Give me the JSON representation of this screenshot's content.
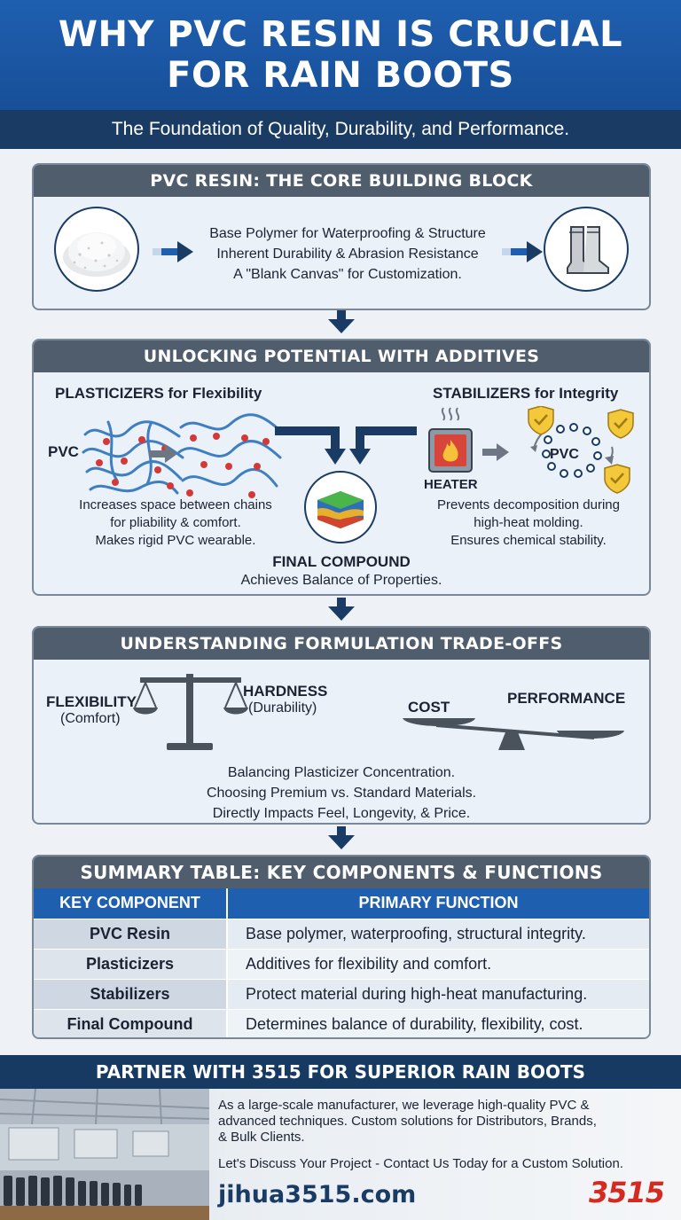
{
  "header": {
    "title": "WHY PVC RESIN IS CRUCIAL FOR RAIN BOOTS",
    "subtitle": "The Foundation of Quality, Durability, and Performance."
  },
  "core": {
    "title": "PVC RESIN: THE CORE BUILDING BLOCK",
    "lines": [
      "Base Polymer for Waterproofing & Structure",
      "Inherent Durability & Abrasion Resistance",
      "A \"Blank Canvas\" for Customization."
    ]
  },
  "additives": {
    "title": "UNLOCKING POTENTIAL WITH ADDITIVES",
    "plasticizers": {
      "title": "PLASTICIZERS for Flexibility",
      "pvc_label": "PVC",
      "desc": [
        "Increases space between chains",
        "for pliability & comfort.",
        "Makes rigid PVC wearable."
      ]
    },
    "stabilizers": {
      "title": "STABILIZERS for Integrity",
      "heater_label": "HEATER",
      "pvc_label": "PVC",
      "desc": [
        "Prevents decomposition during",
        "high-heat molding.",
        "Ensures chemical stability."
      ]
    },
    "final": {
      "title": "FINAL COMPOUND",
      "desc": "Achieves Balance of Properties."
    }
  },
  "tradeoffs": {
    "title": "UNDERSTANDING FORMULATION TRADE-OFFS",
    "flexibility": "FLEXIBILITY",
    "flexibility_sub": "(Comfort)",
    "hardness": "HARDNESS",
    "hardness_sub": "(Durability)",
    "cost": "COST",
    "performance": "PERFORMANCE",
    "lines": [
      "Balancing Plasticizer Concentration.",
      "Choosing Premium vs. Standard Materials.",
      "Directly Impacts Feel, Longevity, & Price."
    ]
  },
  "summary": {
    "title": "SUMMARY TABLE: KEY COMPONENTS & FUNCTIONS",
    "headers": [
      "KEY COMPONENT",
      "PRIMARY FUNCTION"
    ],
    "rows": [
      [
        "PVC Resin",
        "Base polymer, waterproofing, structural integrity."
      ],
      [
        "Plasticizers",
        "Additives for flexibility and comfort."
      ],
      [
        "Stabilizers",
        "Protect material during high-heat manufacturing."
      ],
      [
        "Final Compound",
        "Determines balance of durability, flexibility, cost."
      ]
    ]
  },
  "footer": {
    "title": "PARTNER WITH 3515 FOR SUPERIOR RAIN BOOTS",
    "body": [
      "As a large-scale manufacturer, we leverage high-quality PVC &",
      "advanced techniques. Custom solutions for Distributors, Brands,",
      "& Bulk Clients."
    ],
    "cta": "Let's Discuss Your Project - Contact Us Today for a Custom Solution.",
    "website": "jihua3515.com",
    "brand": "3515"
  },
  "colors": {
    "header_blue": "#1f5fb0",
    "navy": "#1a3c64",
    "panel_title": "#4f5d6d",
    "accent_red": "#d42a20",
    "shield_yellow": "#f3c83a"
  }
}
